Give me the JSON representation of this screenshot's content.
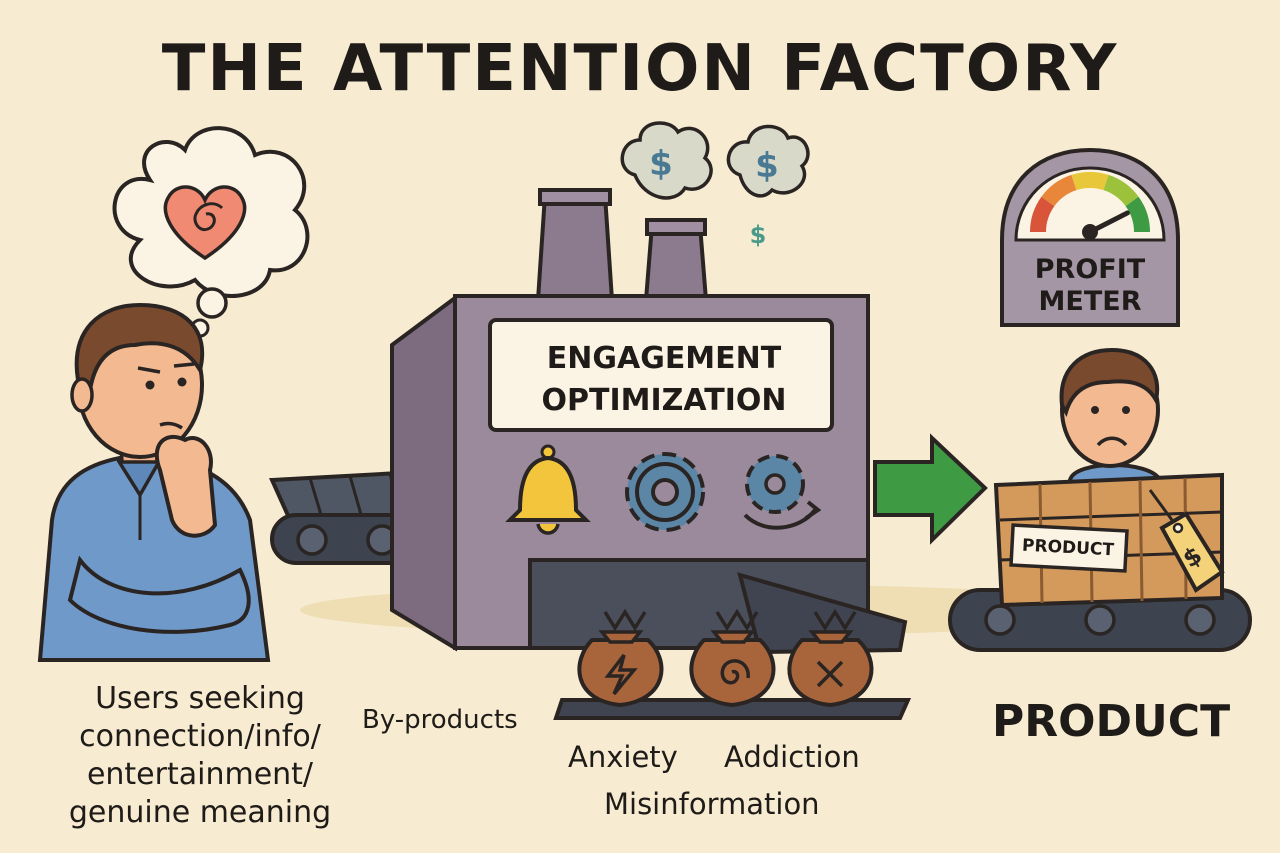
{
  "title": "THE ATTENTION FACTORY",
  "users": {
    "label_lines": [
      "Users seeking",
      "connection/info/",
      "entertainment/",
      "genuine meaning"
    ]
  },
  "machine": {
    "label_lines": [
      "ENGAGEMENT",
      "OPTIMIZATION"
    ],
    "icons": [
      "bell-icon",
      "gear-icon",
      "cycle-gear-icon"
    ]
  },
  "meter": {
    "label_lines": [
      "PROFIT",
      "METER"
    ],
    "level": 0.85
  },
  "product": {
    "crate_label": "PRODUCT",
    "label": "PRODUCT",
    "tag_symbol": "$"
  },
  "byproducts": {
    "label": "By-products",
    "items": [
      "Anxiety",
      "Addiction",
      "Misinformation"
    ]
  },
  "smoke_symbols": [
    "$",
    "$",
    "$"
  ],
  "colors": {
    "background": "#f7ecd2",
    "machine": "#9b8a9c",
    "arrow": "#3f9a44",
    "bag": "#a8643b",
    "bell": "#f2c53d",
    "gear": "#5c86a6"
  }
}
